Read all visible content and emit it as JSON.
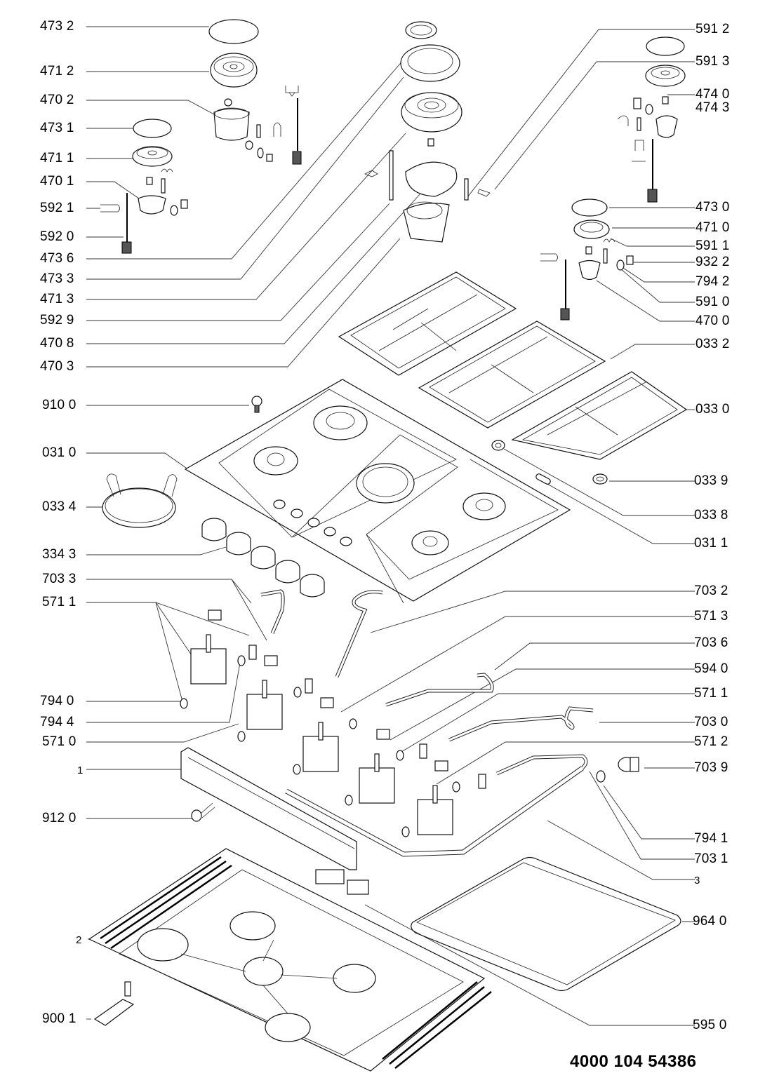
{
  "document_number": "4000 104 54386",
  "labels_left": [
    {
      "id": "473-2",
      "text": "473 2"
    },
    {
      "id": "471-2",
      "text": "471 2"
    },
    {
      "id": "470-2",
      "text": "470 2"
    },
    {
      "id": "473-1",
      "text": "473 1"
    },
    {
      "id": "471-1",
      "text": "471 1"
    },
    {
      "id": "470-1",
      "text": "470 1"
    },
    {
      "id": "592-1",
      "text": "592 1"
    },
    {
      "id": "592-0",
      "text": "592 0"
    },
    {
      "id": "473-6",
      "text": "473 6"
    },
    {
      "id": "473-3",
      "text": "473 3"
    },
    {
      "id": "471-3",
      "text": "471 3"
    },
    {
      "id": "592-9",
      "text": "592 9"
    },
    {
      "id": "470-8",
      "text": "470 8"
    },
    {
      "id": "470-3",
      "text": "470 3"
    },
    {
      "id": "910-0",
      "text": "910 0"
    },
    {
      "id": "031-0",
      "text": "031 0"
    },
    {
      "id": "033-4",
      "text": "033 4"
    },
    {
      "id": "334-3",
      "text": "334 3"
    },
    {
      "id": "703-3",
      "text": "703 3"
    },
    {
      "id": "571-1-left",
      "text": "571 1"
    },
    {
      "id": "794-0",
      "text": "794 0"
    },
    {
      "id": "794-4",
      "text": "794 4"
    },
    {
      "id": "571-0",
      "text": "571 0"
    },
    {
      "id": "1",
      "text": "1"
    },
    {
      "id": "912-0",
      "text": "912 0"
    },
    {
      "id": "2",
      "text": "2"
    },
    {
      "id": "900-1",
      "text": "900 1"
    }
  ],
  "labels_right": [
    {
      "id": "591-2",
      "text": "591 2"
    },
    {
      "id": "591-3",
      "text": "591 3"
    },
    {
      "id": "474-0",
      "text": "474 0"
    },
    {
      "id": "474-3",
      "text": "474 3"
    },
    {
      "id": "473-0",
      "text": "473 0"
    },
    {
      "id": "471-0",
      "text": "471 0"
    },
    {
      "id": "591-1",
      "text": "591 1"
    },
    {
      "id": "932-2",
      "text": "932 2"
    },
    {
      "id": "794-2",
      "text": "794 2"
    },
    {
      "id": "591-0",
      "text": "591 0"
    },
    {
      "id": "470-0",
      "text": "470 0"
    },
    {
      "id": "033-2",
      "text": "033 2"
    },
    {
      "id": "033-0",
      "text": "033 0"
    },
    {
      "id": "033-9",
      "text": "033 9"
    },
    {
      "id": "033-8",
      "text": "033 8"
    },
    {
      "id": "031-1",
      "text": "031 1"
    },
    {
      "id": "703-2",
      "text": "703 2"
    },
    {
      "id": "571-3",
      "text": "571 3"
    },
    {
      "id": "703-6",
      "text": "703 6"
    },
    {
      "id": "594-0",
      "text": "594 0"
    },
    {
      "id": "571-1-right",
      "text": "571 1"
    },
    {
      "id": "703-0",
      "text": "703 0"
    },
    {
      "id": "571-2",
      "text": "571 2"
    },
    {
      "id": "703-9",
      "text": "703 9"
    },
    {
      "id": "794-1",
      "text": "794 1"
    },
    {
      "id": "703-1",
      "text": "703 1"
    },
    {
      "id": "3",
      "text": "3"
    },
    {
      "id": "964-0",
      "text": "964 0"
    },
    {
      "id": "595-0",
      "text": "595 0"
    }
  ]
}
